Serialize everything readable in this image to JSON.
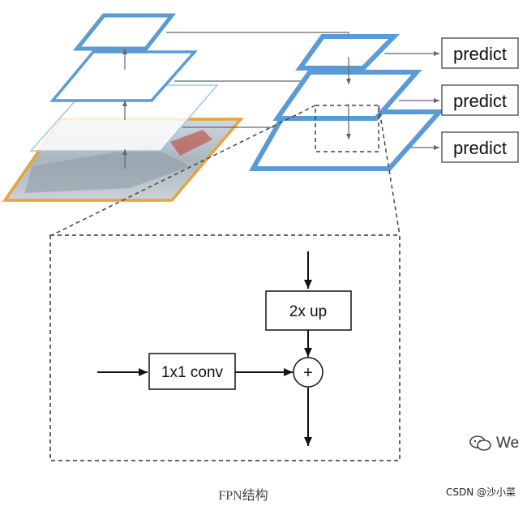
{
  "top_panel": {
    "predict_labels": [
      "predict",
      "predict",
      "predict"
    ]
  },
  "detail_panel": {
    "upsample_label": "2x up",
    "conv_label": "1x1 conv",
    "sum_symbol": "+"
  },
  "caption": "FPN结构",
  "watermark": "CSDN @沙小菜",
  "wechat_text": "We",
  "colors": {
    "pyramid_blue": "#5b9bd5",
    "image_border_orange": "#e8a33a",
    "arrow_gray": "#666666",
    "line_dark": "#111111"
  },
  "icons": [
    "wechat-icon"
  ]
}
